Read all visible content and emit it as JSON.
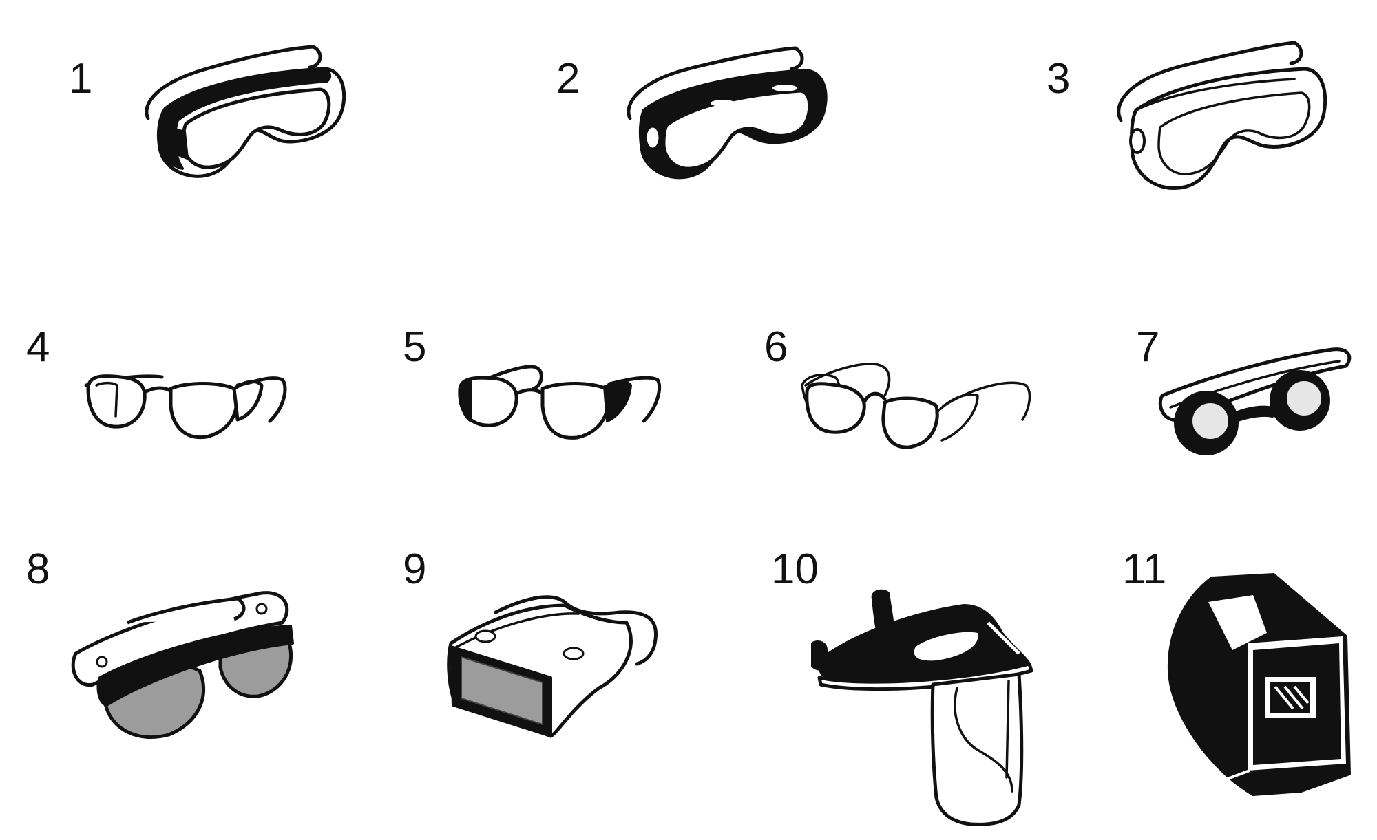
{
  "items": [
    {
      "number": "1",
      "icon": "goggles-indirect-vent-icon"
    },
    {
      "number": "2",
      "icon": "goggles-direct-vent-icon"
    },
    {
      "number": "3",
      "icon": "goggles-clear-icon"
    },
    {
      "number": "4",
      "icon": "safety-glasses-side-shield-icon"
    },
    {
      "number": "5",
      "icon": "safety-glasses-side-shield-icon"
    },
    {
      "number": "6",
      "icon": "safety-glasses-wire-side-shield-icon"
    },
    {
      "number": "7",
      "icon": "eyecup-goggles-icon"
    },
    {
      "number": "8",
      "icon": "flip-up-welding-goggles-icon"
    },
    {
      "number": "9",
      "icon": "welding-goggles-rectangular-lens-icon"
    },
    {
      "number": "10",
      "icon": "face-shield-icon"
    },
    {
      "number": "11",
      "icon": "welding-helmet-icon"
    }
  ]
}
